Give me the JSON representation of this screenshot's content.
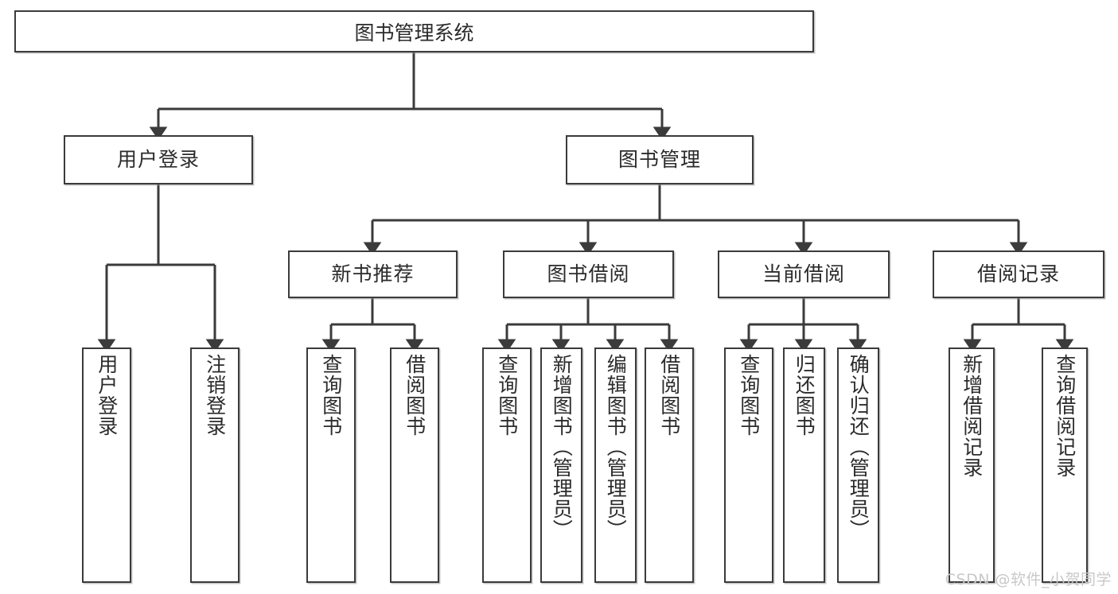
{
  "diagram": {
    "type": "tree-hierarchy-flowchart",
    "root": {
      "label": "图书管理系统"
    },
    "level2": [
      {
        "label": "用户登录"
      },
      {
        "label": "图书管理"
      }
    ],
    "level3": [
      {
        "label": "新书推荐"
      },
      {
        "label": "图书借阅"
      },
      {
        "label": "当前借阅"
      },
      {
        "label": "借阅记录"
      }
    ],
    "leaves": [
      {
        "label": "用户登录",
        "parent": "用户登录"
      },
      {
        "label": "注销登录",
        "parent": "用户登录"
      },
      {
        "label": "查询图书",
        "parent": "新书推荐"
      },
      {
        "label": "借阅图书",
        "parent": "新书推荐"
      },
      {
        "label": "查询图书",
        "parent": "图书借阅"
      },
      {
        "label": "新增图书（管理员）",
        "parent": "图书借阅"
      },
      {
        "label": "编辑图书（管理员）",
        "parent": "图书借阅"
      },
      {
        "label": "借阅图书",
        "parent": "图书借阅"
      },
      {
        "label": "查询图书",
        "parent": "当前借阅"
      },
      {
        "label": "归还图书",
        "parent": "当前借阅"
      },
      {
        "label": "确认归还（管理员）",
        "parent": "当前借阅"
      },
      {
        "label": "新增借阅记录",
        "parent": "借阅记录"
      },
      {
        "label": "查询借阅记录",
        "parent": "借阅记录"
      }
    ]
  },
  "watermark": {
    "text": "CSDN @软件_小贺同学"
  },
  "colors": {
    "stroke": "#3b3b3b",
    "background": "#ffffff",
    "text": "#2b2b2b",
    "watermark": "#c8c8c8"
  }
}
